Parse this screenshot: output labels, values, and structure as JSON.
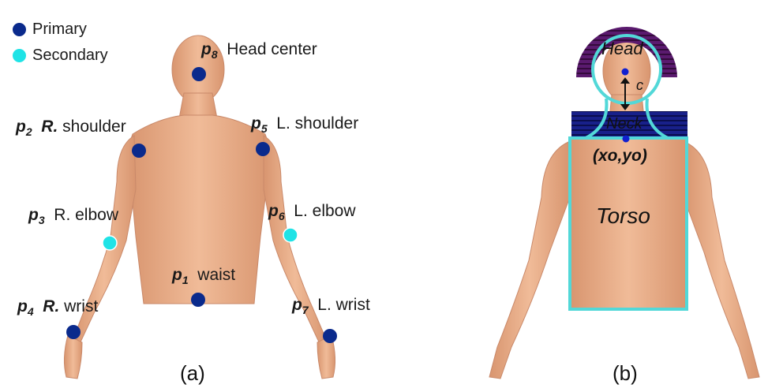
{
  "colors": {
    "primary": "#0a2a8c",
    "secondary": "#1fe3e6",
    "outline": "#52d8d8",
    "skin": "#e6ab86",
    "skin_shadow": "#c98a67",
    "stripes_head": "#4a0f5a",
    "stripes_neck": "#0a1a6a"
  },
  "legend": {
    "primary_label": "Primary",
    "secondary_label": "Secondary"
  },
  "panel_a": {
    "caption": "(a)",
    "points": {
      "head": {
        "p_letter": "p",
        "p_sub": "8",
        "label": "Head center",
        "kind": "primary"
      },
      "r_shoulder": {
        "p_letter": "p",
        "p_sub": "2",
        "side": "R.",
        "label": "shoulder",
        "kind": "primary"
      },
      "l_shoulder": {
        "p_letter": "p",
        "p_sub": "5",
        "label": "L. shoulder",
        "kind": "primary"
      },
      "r_elbow": {
        "p_letter": "p",
        "p_sub": "3",
        "label": "R. elbow",
        "kind": "secondary"
      },
      "l_elbow": {
        "p_letter": "p",
        "p_sub": "6",
        "label": "L. elbow",
        "kind": "secondary"
      },
      "waist": {
        "p_letter": "p",
        "p_sub": "1",
        "label": "waist",
        "kind": "primary"
      },
      "r_wrist": {
        "p_letter": "p",
        "p_sub": "4",
        "side": "R.",
        "label": "wrist",
        "kind": "primary"
      },
      "l_wrist": {
        "p_letter": "p",
        "p_sub": "7",
        "label": "L. wrist",
        "kind": "primary"
      }
    }
  },
  "panel_b": {
    "caption": "(b)",
    "head_label": "Head",
    "c_label": "c",
    "neck_label": "Neck",
    "origin_label": "(xo,yo)",
    "torso_label": "Torso"
  }
}
